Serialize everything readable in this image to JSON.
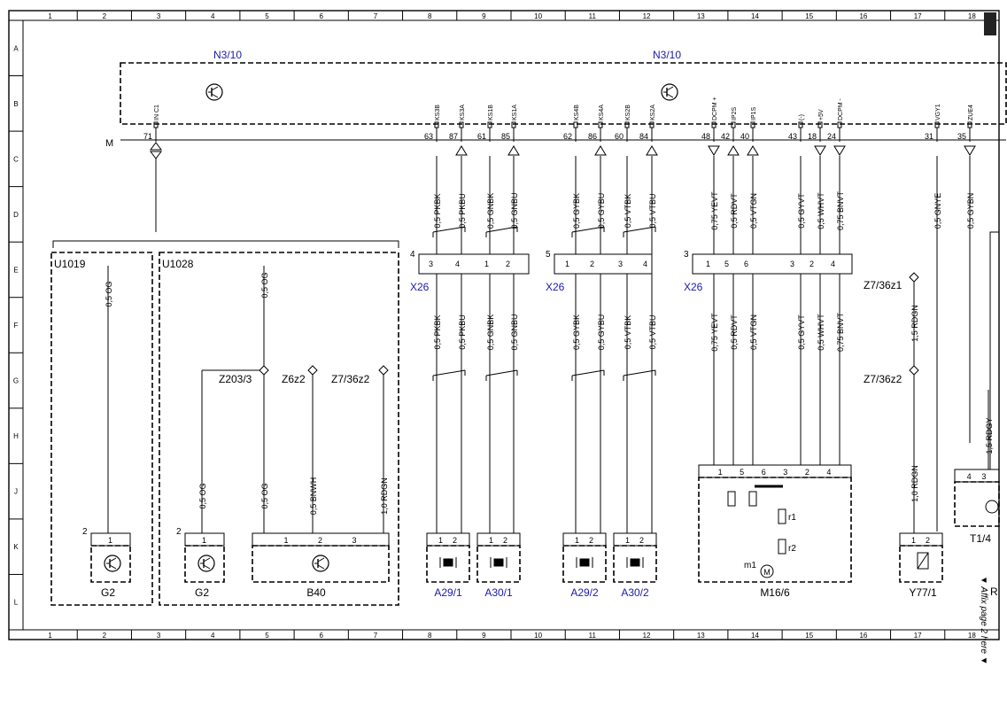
{
  "frame": {
    "cols": [
      "1",
      "2",
      "3",
      "4",
      "5",
      "6",
      "7",
      "8",
      "9",
      "10",
      "11",
      "12",
      "13",
      "14",
      "15",
      "16",
      "17",
      "18"
    ],
    "rows": [
      "A",
      "B",
      "C",
      "D",
      "E",
      "F",
      "G",
      "H",
      "J",
      "K",
      "L"
    ]
  },
  "ecu": {
    "name": "N3/10",
    "ground": "M"
  },
  "ecu_pins": [
    {
      "label": "IN C1",
      "num": "71",
      "dir": "bi"
    },
    {
      "label": "KS3B",
      "num": "63",
      "dir": "none"
    },
    {
      "label": "KS3A",
      "num": "87",
      "dir": "up"
    },
    {
      "label": "KS1B",
      "num": "61",
      "dir": "none"
    },
    {
      "label": "KS1A",
      "num": "85",
      "dir": "up"
    },
    {
      "label": "KS4B",
      "num": "62",
      "dir": "none"
    },
    {
      "label": "KS4A",
      "num": "86",
      "dir": "up"
    },
    {
      "label": "KS2B",
      "num": "60",
      "dir": "none"
    },
    {
      "label": "KS2A",
      "num": "84",
      "dir": "up"
    },
    {
      "label": "DCPM +",
      "num": "48",
      "dir": "down"
    },
    {
      "label": "IP2S",
      "num": "42",
      "dir": "up"
    },
    {
      "label": "IP1S",
      "num": "40",
      "dir": "up"
    },
    {
      "label": "(-)",
      "num": "43",
      "dir": "none"
    },
    {
      "label": "+5V",
      "num": "18",
      "dir": "down"
    },
    {
      "label": "DCPM -",
      "num": "24",
      "dir": "down"
    },
    {
      "label": "VGY1",
      "num": "31",
      "dir": "none"
    },
    {
      "label": "ZUE4",
      "num": "35",
      "dir": "down"
    }
  ],
  "wires_upper": [
    "0,5 PKBK",
    "0,5 PKBU",
    "0,5 GNBK",
    "0,5 GNBU",
    "0,5 GYBK",
    "0,5 GYBU",
    "0,5 VTBK",
    "0,5 VTBU",
    "0,75 YEVT",
    "0,5 RDVT",
    "0,5 VTGN",
    "0,5 GYVT",
    "0,5 WHVT",
    "0,75 BNVT",
    "0,5 GNYE",
    "0,5 GYBN"
  ],
  "wires_lower": [
    "0,5 PKBK",
    "0,5 PKBU",
    "0,5 GNBK",
    "0,5 GNBU",
    "0,5 GYBK",
    "0,5 GYBU",
    "0,5 VTBK",
    "0,5 VTBU",
    "0,75 YEVT",
    "0,5 RDVT",
    "0,5 VTGN",
    "0,5 GYVT",
    "0,5 WHVT",
    "0,75 BNVT"
  ],
  "connectors": [
    {
      "name": "X26",
      "num": "4",
      "pins": [
        "3",
        "4",
        "1",
        "2"
      ]
    },
    {
      "name": "X26",
      "num": "5",
      "pins": [
        "1",
        "2",
        "3",
        "4"
      ]
    },
    {
      "name": "X26",
      "num": "3",
      "pins": [
        "1",
        "5",
        "6",
        "3",
        "2",
        "4"
      ]
    }
  ],
  "groups": [
    "U1019",
    "U1028"
  ],
  "splices": [
    "Z203/3",
    "Z6z2",
    "Z7/36z2",
    "Z7/36z1",
    "Z7/36z2"
  ],
  "left_wires": [
    "0,5 OG",
    "0,5 OG",
    "0,5 OG",
    "0,5 OG",
    "0,5 BNWH",
    "1,0 RDGN"
  ],
  "right_wires": [
    "1,5 RDGN",
    "1,0 RDGN",
    "1,5 RDGY"
  ],
  "components": [
    {
      "name": "G2",
      "pin_num": "2",
      "pins": [
        "1"
      ]
    },
    {
      "name": "G2",
      "pin_num": "2",
      "pins": [
        "1"
      ]
    },
    {
      "name": "B40",
      "pins": [
        "1",
        "2",
        "3"
      ]
    },
    {
      "name": "A29/1",
      "pins": [
        "1",
        "2"
      ]
    },
    {
      "name": "A30/1",
      "pins": [
        "1",
        "2"
      ]
    },
    {
      "name": "A29/2",
      "pins": [
        "1",
        "2"
      ]
    },
    {
      "name": "A30/2",
      "pins": [
        "1",
        "2"
      ]
    },
    {
      "name": "M16/6",
      "pins": [
        "1",
        "5",
        "6",
        "3",
        "2",
        "4"
      ],
      "parts": [
        "r1",
        "r2",
        "m1",
        "M"
      ]
    },
    {
      "name": "Y77/1",
      "pins": [
        "1",
        "2"
      ]
    },
    {
      "name": "T1/4",
      "pins": [
        "4",
        "3"
      ]
    }
  ],
  "cut_labels": [
    "R"
  ],
  "side_note": "▼ Affix page 2 here ▼"
}
